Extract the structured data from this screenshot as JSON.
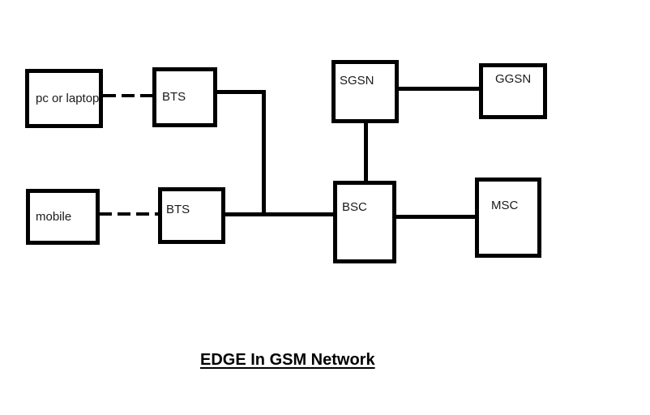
{
  "diagram": {
    "title": "EDGE In GSM Network",
    "nodes": {
      "pc_or_laptop": {
        "label": "pc or laptop"
      },
      "bts_top": {
        "label": "BTS"
      },
      "mobile": {
        "label": "mobile"
      },
      "bts_bottom": {
        "label": "BTS"
      },
      "sgsn": {
        "label": "SGSN"
      },
      "ggsn": {
        "label": "GGSN"
      },
      "bsc": {
        "label": "BSC"
      },
      "msc": {
        "label": "MSC"
      }
    },
    "connections": [
      {
        "from": "pc or laptop",
        "to": "BTS (top)",
        "style": "dashed"
      },
      {
        "from": "mobile",
        "to": "BTS (bottom)",
        "style": "dashed"
      },
      {
        "from": "BTS (top)",
        "to": "BSC",
        "style": "solid"
      },
      {
        "from": "BTS (bottom)",
        "to": "BSC",
        "style": "solid"
      },
      {
        "from": "SGSN",
        "to": "GGSN",
        "style": "solid"
      },
      {
        "from": "SGSN",
        "to": "BSC",
        "style": "solid"
      },
      {
        "from": "BSC",
        "to": "MSC",
        "style": "solid"
      }
    ],
    "colors": {
      "background": "#ffffff",
      "line": "#000000",
      "text": "#1a1a1a"
    }
  }
}
